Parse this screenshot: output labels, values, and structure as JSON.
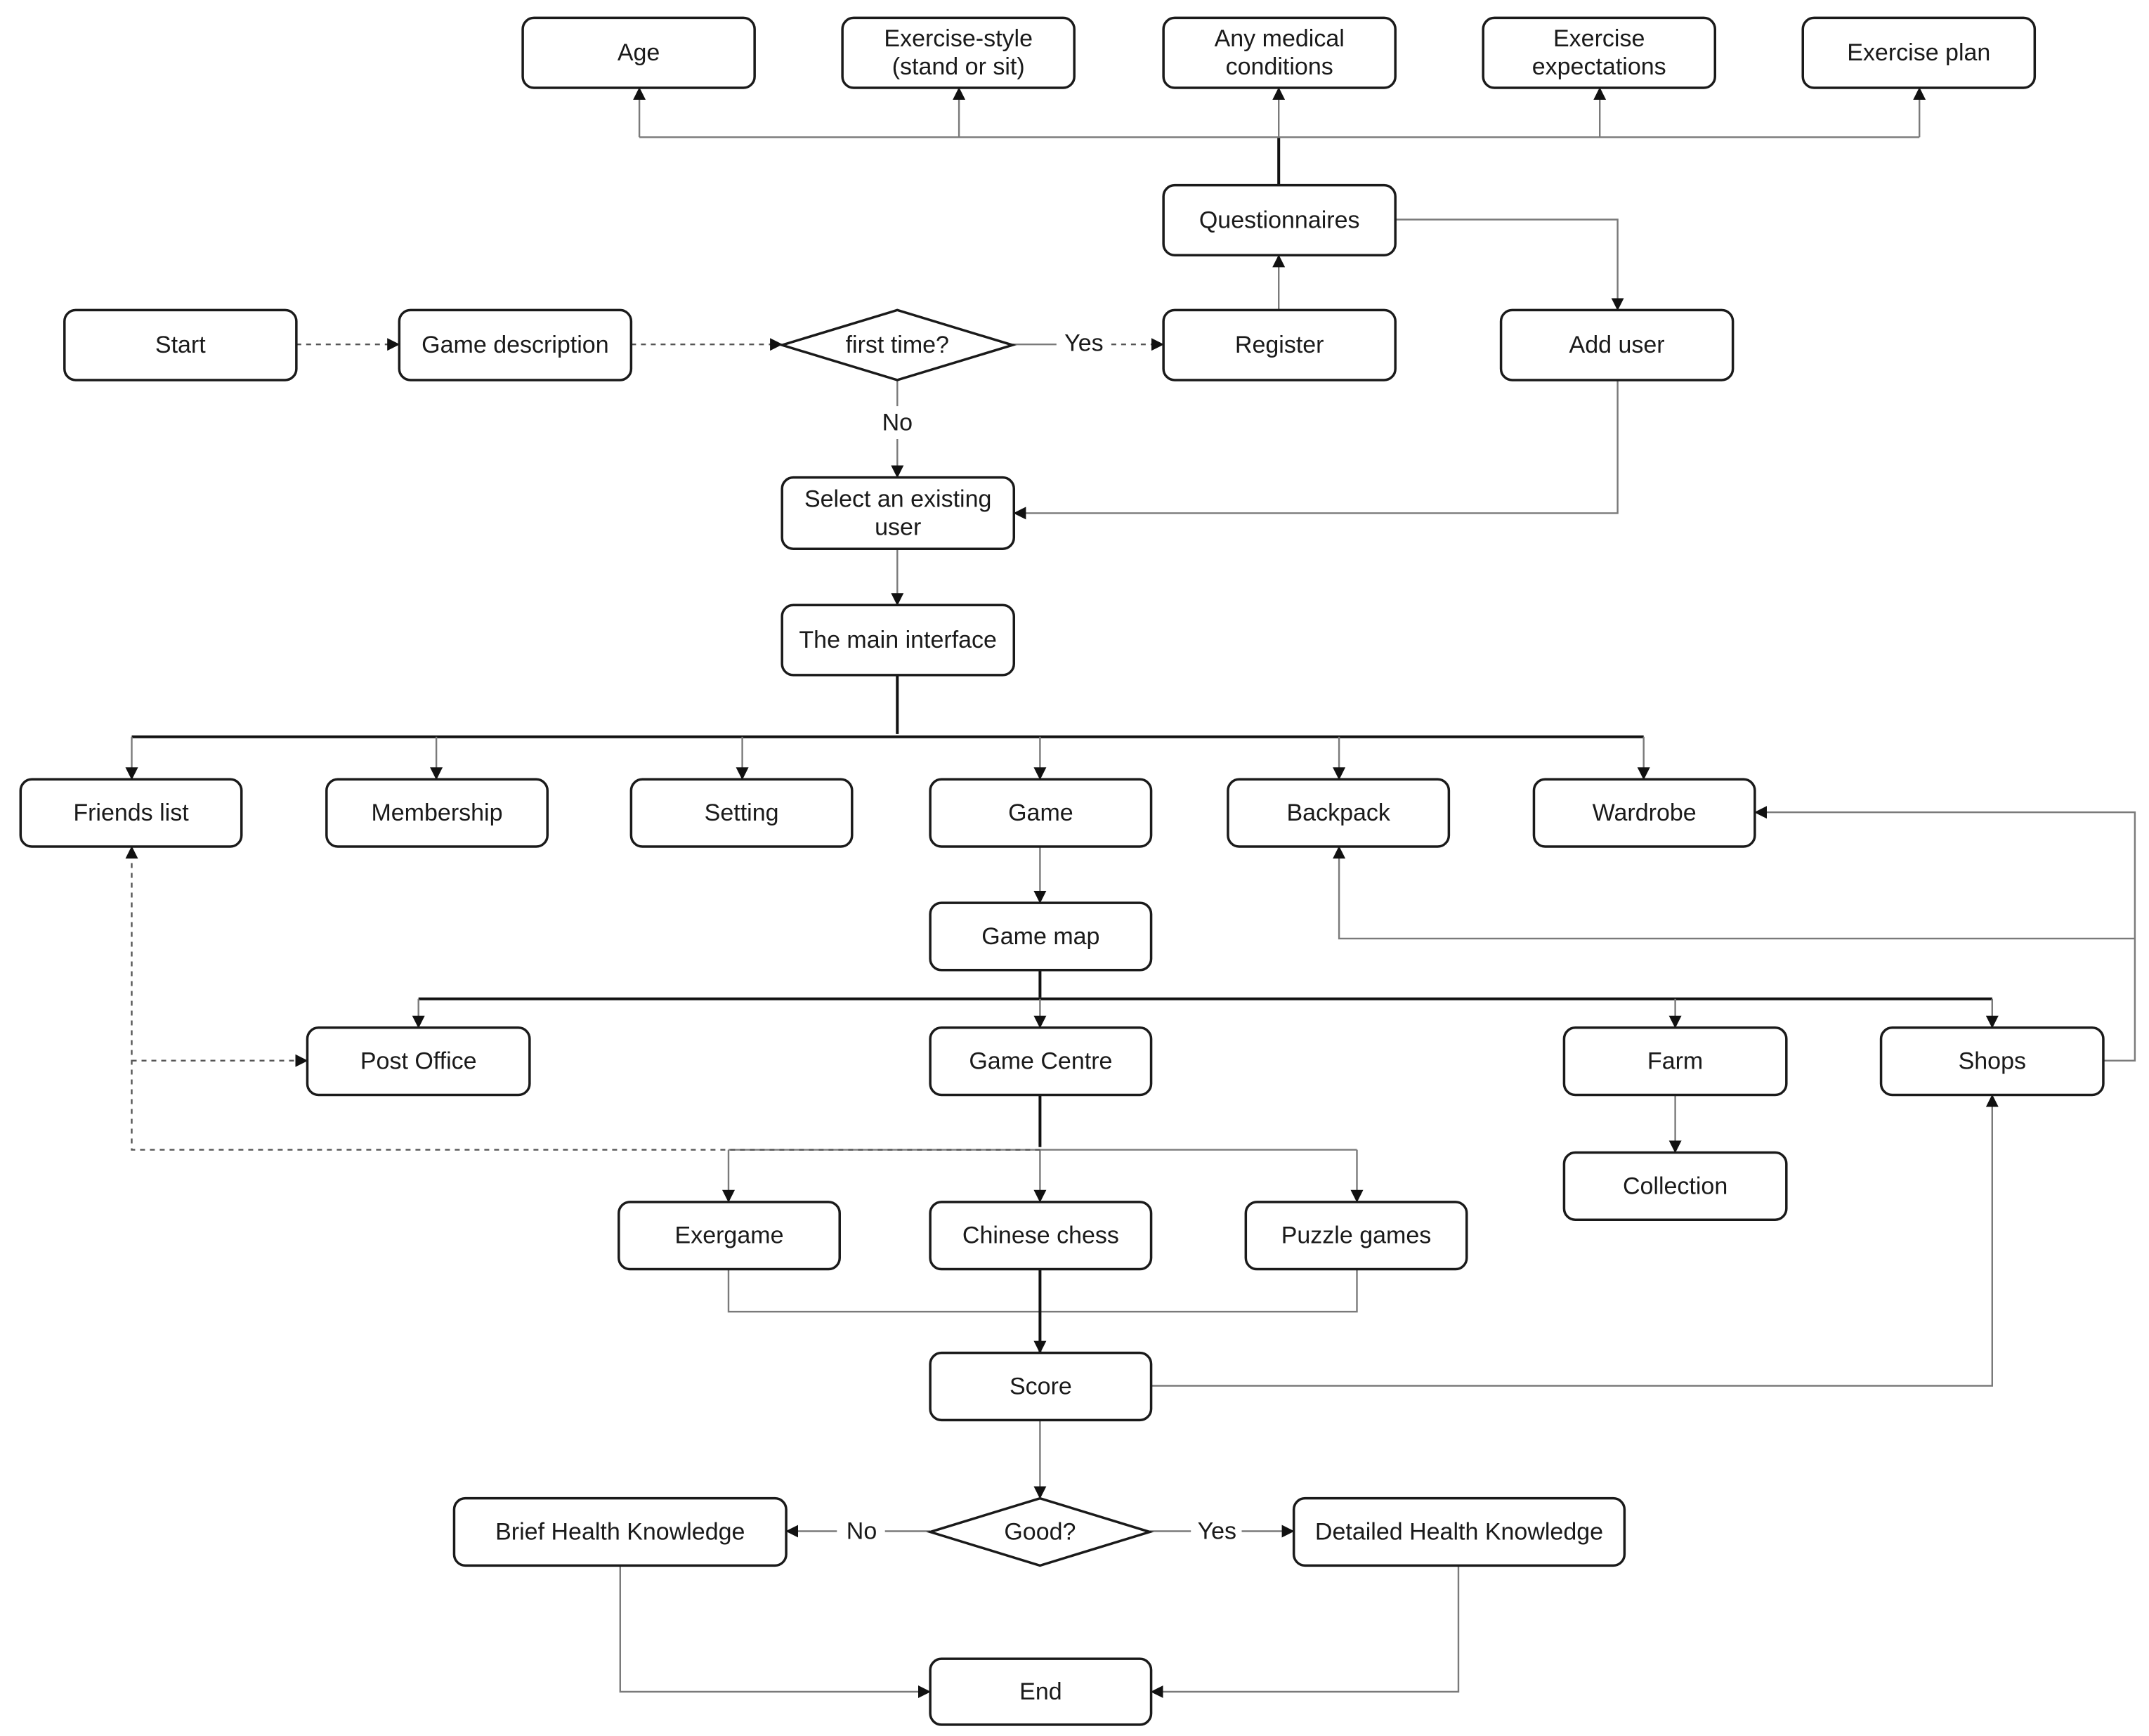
{
  "diagram": {
    "nodes": {
      "age": {
        "label": "Age"
      },
      "exercise_style": {
        "label": "Exercise-style\n(stand or sit)"
      },
      "medical": {
        "label": "Any medical\nconditions"
      },
      "expectations": {
        "label": "Exercise\nexpectations"
      },
      "plan": {
        "label": "Exercise plan"
      },
      "questionnaires": {
        "label": "Questionnaires"
      },
      "start": {
        "label": "Start"
      },
      "game_description": {
        "label": "Game description"
      },
      "first_time": {
        "label": "first time?"
      },
      "register": {
        "label": "Register"
      },
      "add_user": {
        "label": "Add user"
      },
      "select_user": {
        "label": "Select an existing\nuser"
      },
      "main_interface": {
        "label": "The main interface"
      },
      "friends_list": {
        "label": "Friends list"
      },
      "membership": {
        "label": "Membership"
      },
      "setting": {
        "label": "Setting"
      },
      "game": {
        "label": "Game"
      },
      "backpack": {
        "label": "Backpack"
      },
      "wardrobe": {
        "label": "Wardrobe"
      },
      "game_map": {
        "label": "Game map"
      },
      "post_office": {
        "label": "Post Office"
      },
      "game_centre": {
        "label": "Game Centre"
      },
      "farm": {
        "label": "Farm"
      },
      "shops": {
        "label": "Shops"
      },
      "collection": {
        "label": "Collection"
      },
      "exergame": {
        "label": "Exergame"
      },
      "chinese_chess": {
        "label": "Chinese chess"
      },
      "puzzle_games": {
        "label": "Puzzle games"
      },
      "score": {
        "label": "Score"
      },
      "good": {
        "label": "Good?"
      },
      "brief_health": {
        "label": "Brief Health Knowledge"
      },
      "detailed_health": {
        "label": "Detailed Health Knowledge"
      },
      "end": {
        "label": "End"
      }
    },
    "edge_labels": {
      "first_time_yes": "Yes",
      "first_time_no": "No",
      "good_no": "No",
      "good_yes": "Yes"
    }
  }
}
